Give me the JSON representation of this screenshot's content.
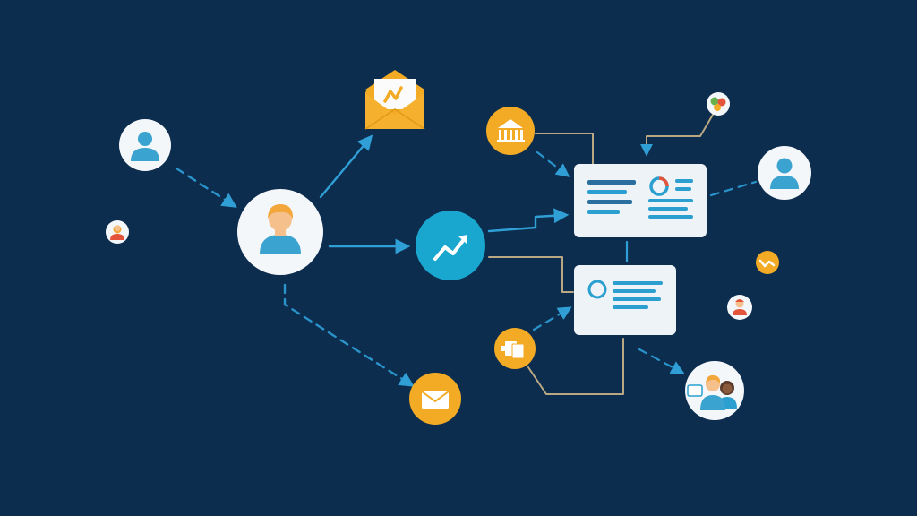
{
  "diagram": {
    "text": [],
    "colors": {
      "background": "#0d2d4f",
      "connector": "#2a93c9",
      "connector_solid": "#2f9fd6",
      "connector_tan": "#b9a883",
      "node_white": "#f4f7fa",
      "node_orange": "#f3aa24",
      "node_teal": "#19a7cf",
      "person_blue": "#3aa3cf",
      "panel_white": "#eef3f7",
      "panel_line": "#2a9fd0",
      "panel_dark_line": "#2b6f9e"
    },
    "nodes": [
      {
        "name": "user-node-top-left",
        "icon": "person-icon"
      },
      {
        "name": "user-node-small-left",
        "icon": "person-icon"
      },
      {
        "name": "user-node-center",
        "icon": "person-icon"
      },
      {
        "name": "envelope-node-top",
        "icon": "envelope-icon"
      },
      {
        "name": "growth-node-center",
        "icon": "trend-up-icon"
      },
      {
        "name": "mail-node-bottom",
        "icon": "mail-icon"
      },
      {
        "name": "bank-node",
        "icon": "bank-icon"
      },
      {
        "name": "dashboard-card-top",
        "icon": "dashboard-icon"
      },
      {
        "name": "dashboard-card-bottom",
        "icon": "list-icon"
      },
      {
        "name": "chat-node-top",
        "icon": "chat-icon"
      },
      {
        "name": "user-node-right",
        "icon": "person-icon"
      },
      {
        "name": "handshake-node",
        "icon": "handshake-icon"
      },
      {
        "name": "user-node-small-right",
        "icon": "person-icon"
      },
      {
        "name": "documents-node",
        "icon": "documents-icon"
      },
      {
        "name": "team-node",
        "icon": "team-icon"
      }
    ]
  }
}
